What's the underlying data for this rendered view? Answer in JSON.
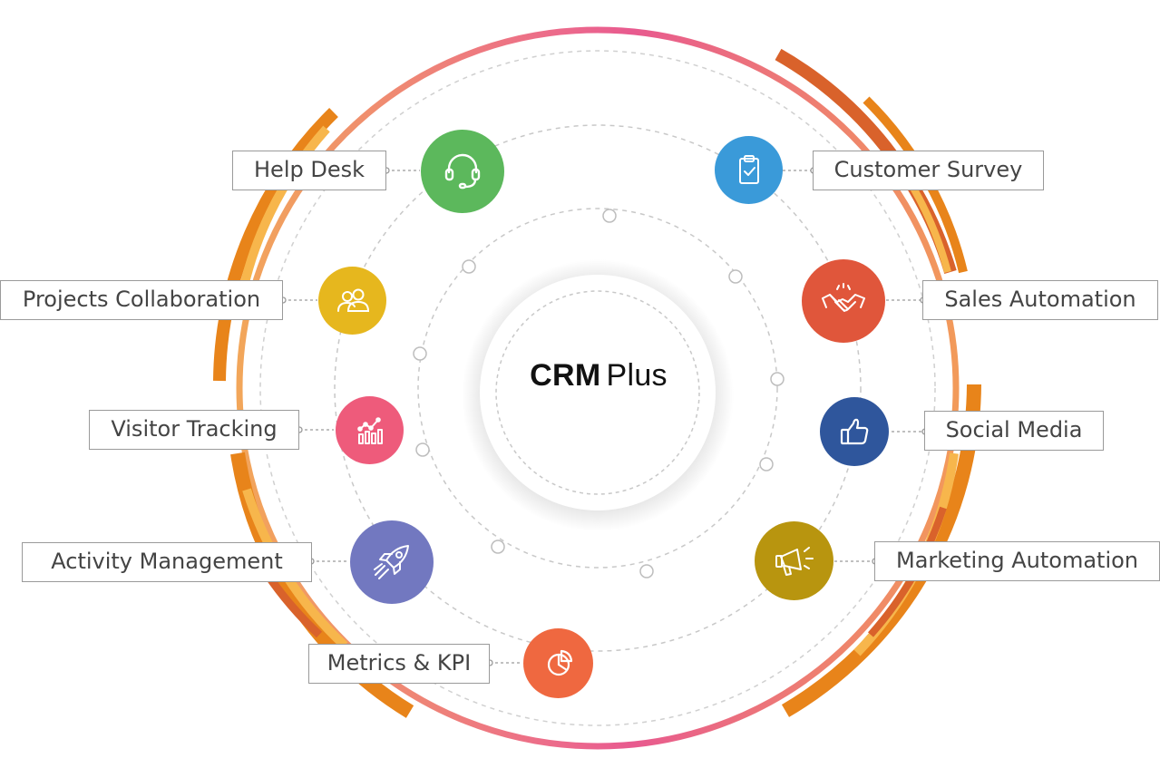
{
  "center": {
    "title_bold": "CRM",
    "title_regular": "Plus"
  },
  "modules": [
    {
      "id": "help-desk",
      "label": "Help Desk",
      "icon": "headset-icon",
      "color": "#5cb85c"
    },
    {
      "id": "customer-survey",
      "label": "Customer Survey",
      "icon": "clipboard-check-icon",
      "color": "#3a9ad9"
    },
    {
      "id": "projects-collaboration",
      "label": "Projects Collaboration",
      "icon": "people-icon",
      "color": "#e6b71e"
    },
    {
      "id": "sales-automation",
      "label": "Sales Automation",
      "icon": "handshake-icon",
      "color": "#e0563b"
    },
    {
      "id": "visitor-tracking",
      "label": "Visitor Tracking",
      "icon": "analytics-chart-icon",
      "color": "#ee5b7b"
    },
    {
      "id": "social-media",
      "label": "Social Media",
      "icon": "thumbs-up-icon",
      "color": "#2f569c"
    },
    {
      "id": "activity-management",
      "label": "Activity Management",
      "icon": "rocket-icon",
      "color": "#7278c0"
    },
    {
      "id": "marketing-automation",
      "label": "Marketing Automation",
      "icon": "megaphone-icon",
      "color": "#b8950f"
    },
    {
      "id": "metrics-kpi",
      "label": "Metrics & KPI",
      "icon": "pie-chart-icon",
      "color": "#ef6840"
    }
  ],
  "ring_colors": {
    "gradient_pink": "#e85a8f",
    "gradient_orange": "#f29a5a",
    "orange": "#e8841a",
    "dark_orange": "#d9622b",
    "light_orange": "#f7b64c"
  }
}
